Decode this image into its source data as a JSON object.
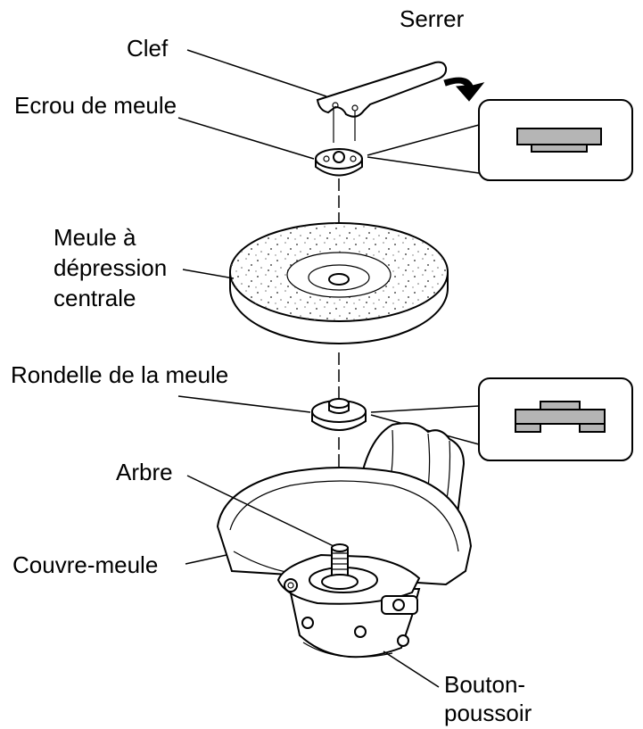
{
  "labels": {
    "serrer": "Serrer",
    "clef": "Clef",
    "ecrou": "Ecrou de meule",
    "meule_l1": "Meule à",
    "meule_l2": "dépression",
    "meule_l3": "centrale",
    "rondelle": "Rondelle de la meule",
    "arbre": "Arbre",
    "couvre": "Couvre-meule",
    "bouton_l1": "Bouton-",
    "bouton_l2": "poussoir"
  }
}
